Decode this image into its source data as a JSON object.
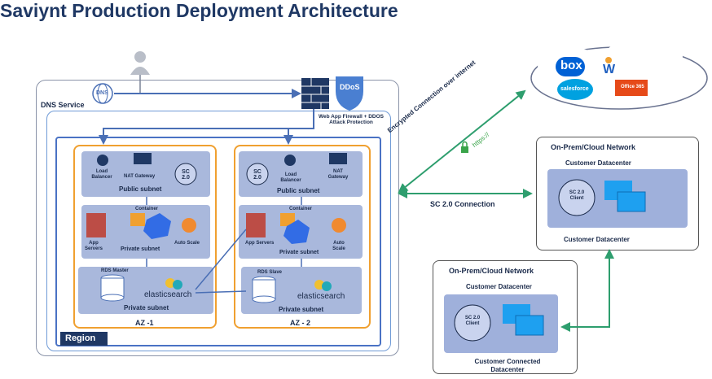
{
  "title": "Saviynt Production Deployment Architecture",
  "dns_service": "DNS Service",
  "dns_icon": "DNS",
  "waf": {
    "label": "Web App Firewall + DDOS Attack Protection",
    "ddos": "DDoS"
  },
  "region": "Region",
  "az1": {
    "label": "AZ -1",
    "public_subnet": "Public subnet",
    "load_balancer": "Load Balancer",
    "nat_gateway": "NAT Gateway",
    "sc": "SC 2.0",
    "container": "Container",
    "app_servers": "App Servers",
    "auto_scale": "Auto Scale",
    "private_subnet_1": "Private subnet",
    "rds": "RDS Master",
    "elasticsearch": "elasticsearch",
    "private_subnet_2": "Private subnet"
  },
  "az2": {
    "label": "AZ - 2",
    "public_subnet": "Public subnet",
    "load_balancer": "Load Balancer",
    "nat_gateway": "NAT Gateway",
    "sc": "SC 2.0",
    "container": "Container",
    "app_servers": "App Servers",
    "auto_scale": "Auto Scale",
    "private_subnet_1": "Private subnet",
    "rds": "RDS Slave",
    "elasticsearch": "elasticsearch",
    "private_subnet_2": "Private subnet"
  },
  "encrypted": "Encrypted Connection over internet",
  "https": "https://",
  "sc_connection": "SC 2.0  Connection",
  "cloud": {
    "box": "box",
    "salesforce": "salesforce",
    "office": "Office 365",
    "workday": "W"
  },
  "onprem1": {
    "title": "On-Prem/Cloud Network",
    "dc_top": "Customer Datacenter",
    "client": "SC 2.0 Client",
    "dc_bottom": "Customer Datacenter"
  },
  "onprem2": {
    "title": "On-Prem/Cloud Network",
    "dc_top": "Customer Datacenter",
    "client": "SC 2.0 Client",
    "dc_bottom": "Customer Connected Datacenter"
  },
  "colors": {
    "title": "#1f3864",
    "subnet": "#a9b8dc",
    "az_border": "#f0a030",
    "region_border": "#4a72c4",
    "connection": "#2e9e6e",
    "arrow": "#4a6fb5"
  }
}
